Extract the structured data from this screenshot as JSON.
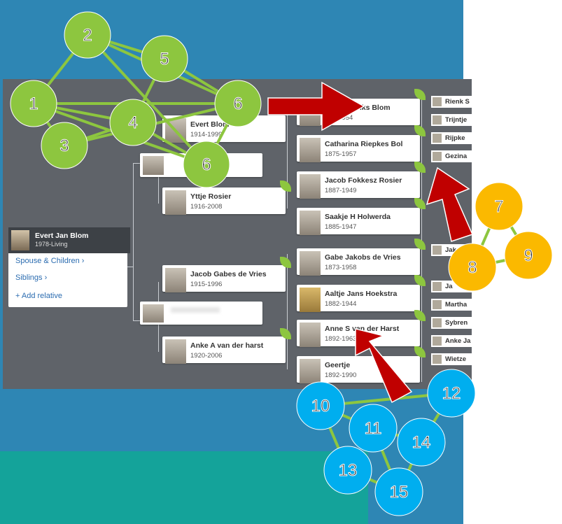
{
  "focus": {
    "name": "Evert Jan Blom",
    "dates": "1978-Living",
    "spouse_link": "Spouse & Children ›",
    "siblings_link": "Siblings ›",
    "add_relative": "Add relative"
  },
  "gen1": [
    {
      "name": "Evert Blom",
      "dates": "1914-1999"
    },
    {
      "name": "",
      "dates": ""
    }
  ],
  "gen2": [
    {
      "name": "Yttje Rosier",
      "dates": "1916-2008"
    },
    {
      "name": "Jacob Gabes de Vries",
      "dates": "1915-1996"
    },
    {
      "name": "Anke A van der harst",
      "dates": "1920-2006"
    }
  ],
  "gen3": [
    {
      "name": "Rienks Blom",
      "dates": "-1954"
    },
    {
      "name": "Catharina Riepkes Bol",
      "dates": "1875-1957"
    },
    {
      "name": "Jacob Fokkesz Rosier",
      "dates": "1887-1949"
    },
    {
      "name": "Saakje H Holwerda",
      "dates": "1885-1947"
    },
    {
      "name": "Gabe Jakobs de Vries",
      "dates": "1873-1958"
    },
    {
      "name": "Aaltje Jans Hoekstra",
      "dates": "1882-1944"
    },
    {
      "name": "Anne S van der Harst",
      "dates": "1892-1963"
    },
    {
      "name": "Geertje",
      "dates": "1892-1990"
    }
  ],
  "gen4": [
    "Rienk S",
    "Trijntje",
    "Rijpke",
    "Gezina",
    "Jakob",
    "Ja",
    "Martha",
    "Sybren",
    "Anke Ja",
    "Wietze"
  ],
  "circles": {
    "green": [
      "1",
      "2",
      "3",
      "4",
      "5",
      "6",
      "6"
    ],
    "orange": [
      "7",
      "8",
      "9"
    ],
    "blue": [
      "10",
      "11",
      "12",
      "13",
      "14",
      "15"
    ]
  },
  "colors": {
    "green": "#8dc63f",
    "orange": "#fbb900",
    "blue": "#00aeef",
    "arrow": "#c00000"
  }
}
